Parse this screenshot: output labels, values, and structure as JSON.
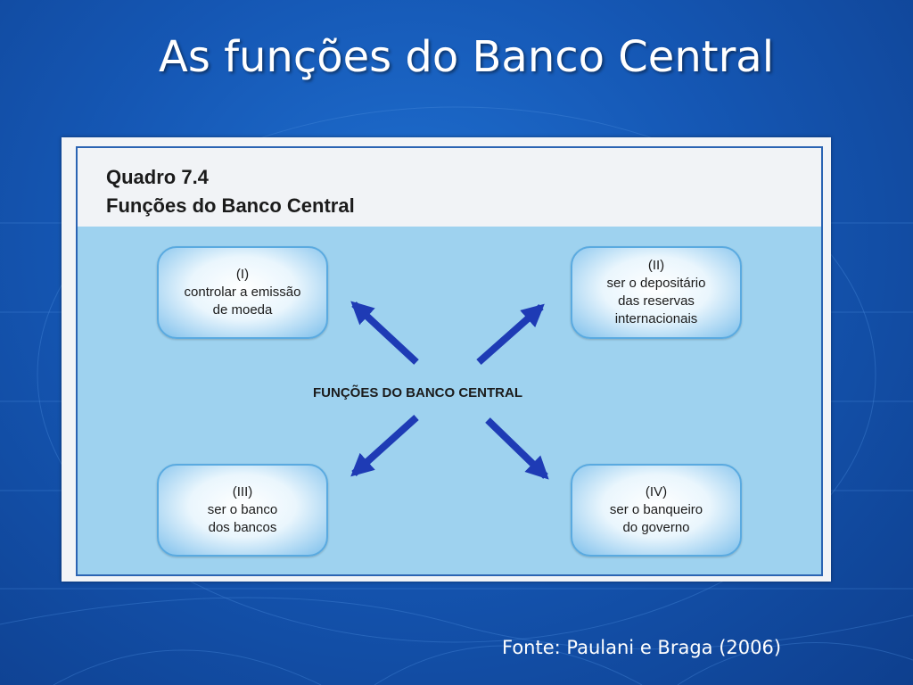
{
  "slide": {
    "title": "As funções do Banco Central",
    "source": "Fonte: Paulani e Braga (2006)"
  },
  "figure": {
    "label": "Quadro 7.4",
    "heading": "Funções do Banco Central",
    "center": "FUNÇÕES DO BANCO CENTRAL",
    "boxes": [
      {
        "number": "(I)",
        "line1": "controlar a emissão",
        "line2": "de moeda",
        "line3": ""
      },
      {
        "number": "(II)",
        "line1": "ser o depositário",
        "line2": "das reservas",
        "line3": "internacionais"
      },
      {
        "number": "(III)",
        "line1": "ser o banco",
        "line2": "dos bancos",
        "line3": ""
      },
      {
        "number": "(IV)",
        "line1": "ser o banqueiro",
        "line2": "do governo",
        "line3": ""
      }
    ]
  },
  "colors": {
    "background": "#1557b4",
    "panel": "#9ed2ef",
    "arrow": "#1e3bb5",
    "border": "#2b64b3"
  }
}
